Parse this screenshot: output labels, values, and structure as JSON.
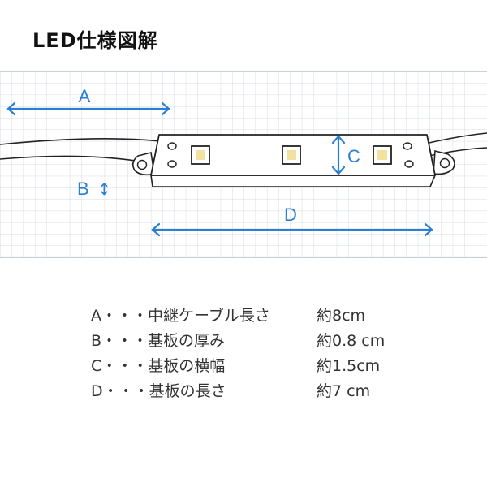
{
  "title": "LED仕様図解",
  "colors": {
    "accent_blue": "#2a7fd4",
    "grid_line": "#d4dbe3",
    "outline": "#222222",
    "led_yellow": "#f1e2a0"
  },
  "labels": {
    "a": "A",
    "b": "B",
    "b_arrow": "↕",
    "c": "C",
    "d": "D"
  },
  "specs": [
    {
      "label": "A・・・中継ケーブル長さ",
      "value": "約8cm"
    },
    {
      "label": "B・・・基板の厚み",
      "value": "約0.8 cm"
    },
    {
      "label": "C・・・基板の横幅",
      "value": "約1.5cm"
    },
    {
      "label": "D・・・基板の長さ",
      "value": "約7 cm"
    }
  ]
}
